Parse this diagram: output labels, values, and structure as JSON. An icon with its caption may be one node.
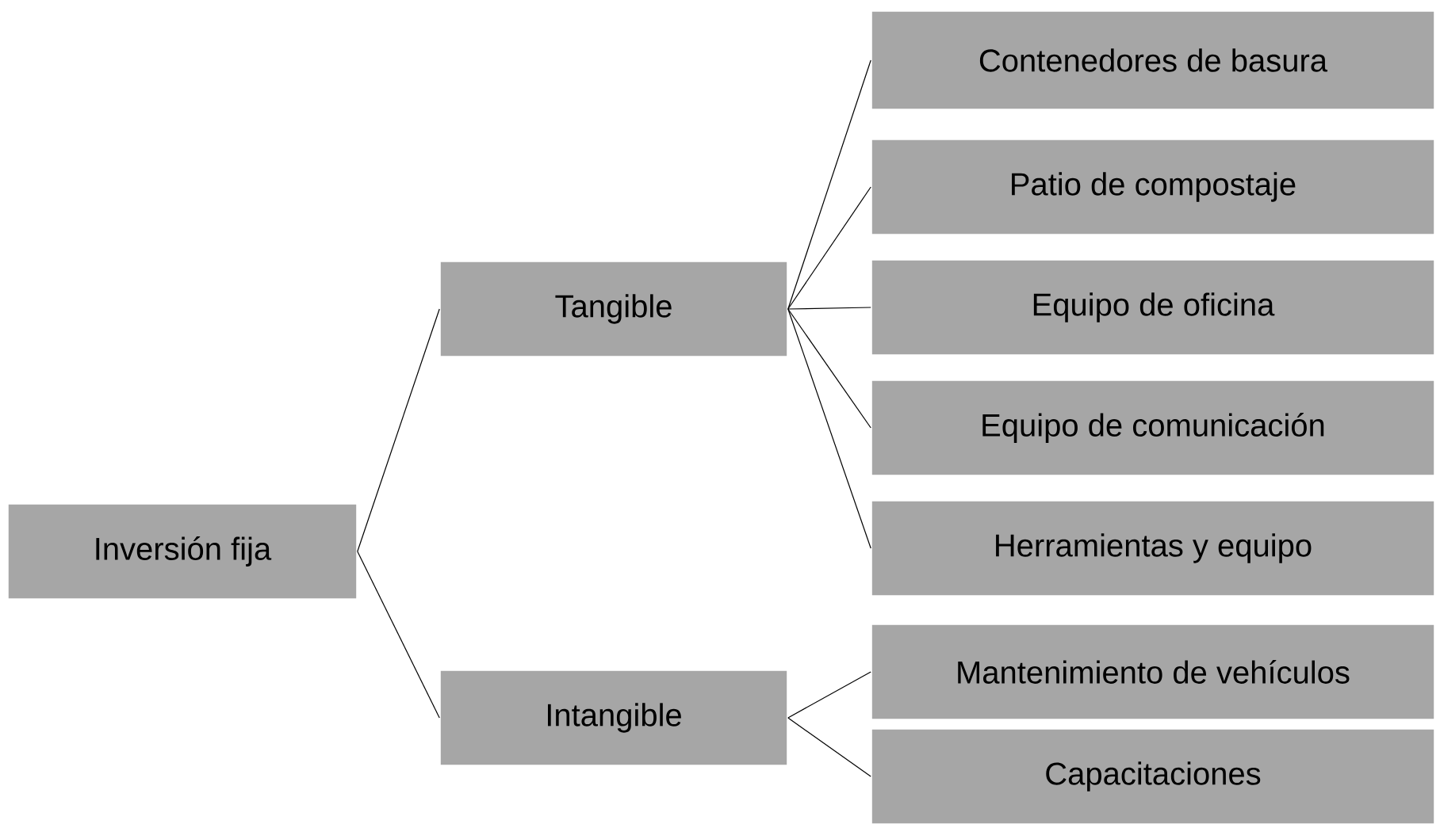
{
  "diagram": {
    "nodes": [
      {
        "text": [
          "Inversión fija"
        ]
      },
      {
        "text": [
          "Tangible"
        ]
      },
      {
        "text": [
          "Intangible"
        ]
      },
      {
        "text": [
          "Contenedores de basura"
        ]
      },
      {
        "text": [
          "Patio de compostaje"
        ]
      },
      {
        "text": [
          "Equipo de oficina"
        ]
      },
      {
        "text": [
          "Equipo de comunicación"
        ]
      },
      {
        "text": [
          "Herramientas y equipo"
        ]
      },
      {
        "text": [
          "Mantenimiento de vehículos"
        ]
      },
      {
        "text": [
          "Capacitaciones"
        ]
      }
    ],
    "edges": [
      {
        "from": 0,
        "to": 1,
        "arrow": "none"
      },
      {
        "from": 0,
        "to": 2,
        "arrow": "none"
      },
      {
        "from": 1,
        "to": 3,
        "arrow": "none"
      },
      {
        "from": 1,
        "to": 4,
        "arrow": "none"
      },
      {
        "from": 1,
        "to": 5,
        "arrow": "none"
      },
      {
        "from": 1,
        "to": 6,
        "arrow": "none"
      },
      {
        "from": 1,
        "to": 7,
        "arrow": "none"
      },
      {
        "from": 2,
        "to": 8,
        "arrow": "none"
      },
      {
        "from": 2,
        "to": 9,
        "arrow": "none"
      }
    ]
  }
}
